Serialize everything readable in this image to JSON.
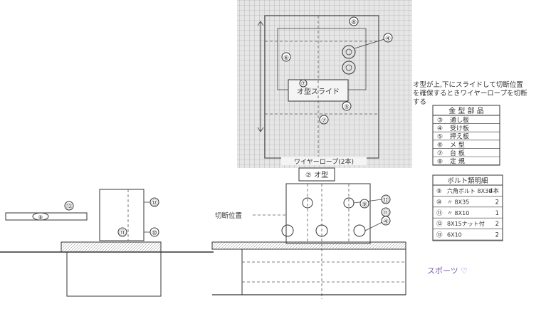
{
  "note": {
    "lines": [
      "オ型が上,下にスライドして切断位置",
      "を確保するときワイヤーロープを切断",
      "する"
    ]
  },
  "top_view": {
    "slide_label": "オ型スライド",
    "wire_label": "ワイヤーロープ(2本)",
    "callouts": {
      "top": "⑧",
      "right_top": "④",
      "left": "⑥",
      "left_mid": "⑦",
      "right_mid": "⑤",
      "center_mid": "⑦"
    }
  },
  "front_view": {
    "punch_label": "② オ型",
    "cut_label": "切断位置",
    "callouts": [
      "⑫",
      "⑨",
      "⑪",
      "④"
    ]
  },
  "side_view": {
    "callouts": {
      "rope": "⑧",
      "top": "⑬",
      "right_top": "⑫",
      "right_bottom_a": "⑪",
      "right_bottom_b": "⑩"
    }
  },
  "parts_table": {
    "title": "金 型 部 品",
    "rows": [
      {
        "num": "③",
        "name": "通し板"
      },
      {
        "num": "④",
        "name": "受け板"
      },
      {
        "num": "⑤",
        "name": "押え板"
      },
      {
        "num": "⑥",
        "name": "メ 型"
      },
      {
        "num": "⑦",
        "name": "台 板"
      },
      {
        "num": "⑧",
        "name": "定 規"
      }
    ]
  },
  "bolt_table": {
    "title": "ボルト類明細",
    "rows": [
      {
        "num": "⑨",
        "spec": "六角ボルト 8X30",
        "qty": "4本"
      },
      {
        "num": "⑩",
        "spec": "〃 8X35",
        "qty": "2"
      },
      {
        "num": "⑪",
        "spec": "〃 8X10",
        "qty": "1"
      },
      {
        "num": "⑫",
        "spec": "8X15ナット付",
        "qty": "2"
      },
      {
        "num": "⑬",
        "spec": "6X10",
        "qty": "2"
      }
    ]
  },
  "handwriting": "スポーツ ♡"
}
